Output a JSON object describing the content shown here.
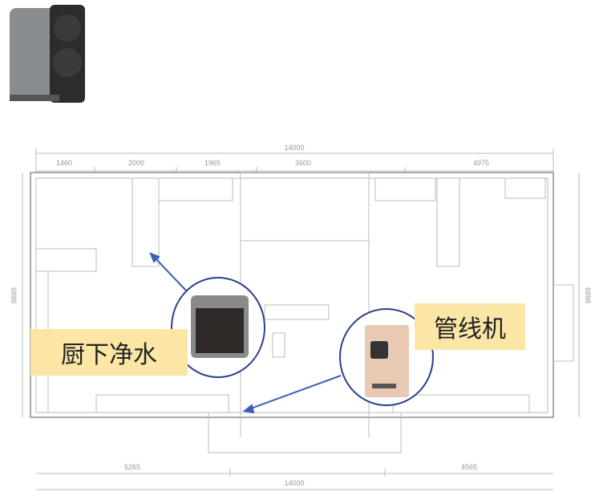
{
  "dimensions": {
    "top_total": "14000",
    "top_segments": [
      "1460",
      "2000",
      "1965",
      "3600",
      "4975"
    ],
    "bottom_left": "5265",
    "bottom_right": "4565",
    "bottom_total": "14000",
    "left_side": "6898",
    "right_side": "6898"
  },
  "callouts": {
    "under_sink": "厨下净水",
    "pipeline": "管线机"
  },
  "colors": {
    "label_bg": "#fbe6a5",
    "arrow": "#3a5fb8",
    "circle": "#2c3f8a",
    "wall": "#bbbbbb"
  }
}
